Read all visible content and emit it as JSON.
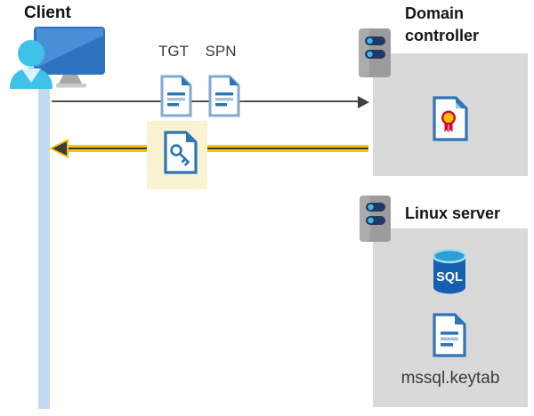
{
  "diagram": {
    "client": {
      "label": "Client"
    },
    "tickets": {
      "tgt_label": "TGT",
      "spn_label": "SPN"
    },
    "domain_controller": {
      "label": "Domain controller"
    },
    "linux_server": {
      "label": "Linux server",
      "database_label": "SQL",
      "keytab_filename": "mssql.keytab"
    },
    "arrows": {
      "request": {
        "direction": "client-to-domain-controller",
        "color": "#505050"
      },
      "return": {
        "direction": "domain-controller-to-client",
        "color": "#f4c509",
        "core_color": "#3c3c3c"
      }
    },
    "colors": {
      "section_box_gray": "#d9d9d9",
      "highlight_yellow": "#faf3d1",
      "lifeline_blue": "#c3daf3",
      "doc_blue": "#2e75b6",
      "doc_light_blue": "#9dc3e6",
      "server_bar_navy": "#1f3864",
      "server_dot_cyan": "#3fb9e6",
      "certificate_seal_yellow": "#fec000",
      "certificate_ribbon_red": "#cf0a2c",
      "sql_body_blue": "#1660b2",
      "person_cyan": "#3ec2e9"
    }
  }
}
